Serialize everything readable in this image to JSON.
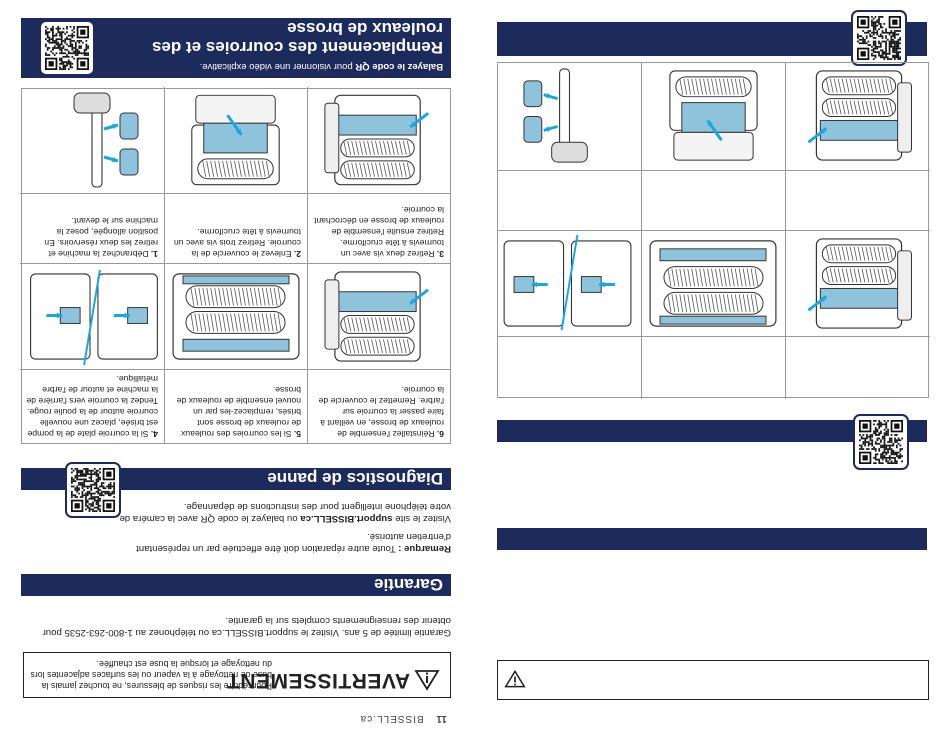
{
  "colors": {
    "accent": "#1c2a5c",
    "illustration_blue": "#8fc3dc",
    "arrow": "#1aa7e0"
  },
  "left_page": {
    "page_number": "11",
    "site": "BISSELL.ca",
    "warning": {
      "title": "AVERTISSEMENT",
      "icon": "warning-triangle-icon",
      "text": "Pour réduire les risques de blessures, ne touchez jamais la buse de nettoyage à la vapeur ou les surfaces adjacentes lors du nettoyage et lorsque la buse est chauffée."
    },
    "section1": {
      "title": "Remplacement des courroies et des rouleaux de brosse",
      "sub_bold": "Balayez le code QR",
      "sub_rest": " pour visionner une vidéo explicative.",
      "steps": [
        {
          "num": "1.",
          "text": "Débranchez la machine et retirez les deux réservoirs. En position allongée, posez la machine sur le devant."
        },
        {
          "num": "2.",
          "text": "Enlevez le couvercle de la courroie. Retirez trois vis avec un tournevis à tête cruciforme."
        },
        {
          "num": "3.",
          "text": "Retirez deux vis avec un tournevis à tête cruciforme. Retirez ensuite l'ensemble de rouleaux de brosse en décrochant la courroie."
        },
        {
          "num": "4.",
          "text": "Si la courroie plate de la pompe est brisée, placez une nouvelle courroie autour de la poulie rouge. Tendez la courroie vers l'arrière de la machine et autour de l'arbre métallique."
        },
        {
          "num": "5.",
          "text": "Si les courroies des rouleaux de rouleaux de brosse sont brisés, remplacez-les par un nouvel ensemble de rouleaux de brosse."
        },
        {
          "num": "6.",
          "text": "Réinstallez l'ensemble de rouleaux de brosse, en veillant à faire passer la courroie sur l'arbre. Remettez le couvercle de la courroie."
        }
      ]
    },
    "section2": {
      "title": "Diagnostics de panne",
      "text_pre": "Visitez le site ",
      "text_bold": "support.BISSELL.ca",
      "text_post": " ou balayez le code QR avec la caméra de votre téléphone intelligent pour des instructions de dépannage.",
      "note_label": "Remarque :",
      "note_text": " Toute autre réparation doit être effectuée par un représentant d'entretien autorisé."
    },
    "section3": {
      "title": "Garantie",
      "text": "Garantie limitée de 5 ans. Visitez le support.BISSELL.ca ou téléphonez au 1-800-263-2535 pour obtenir des renseignements complets sur la garantie."
    }
  }
}
